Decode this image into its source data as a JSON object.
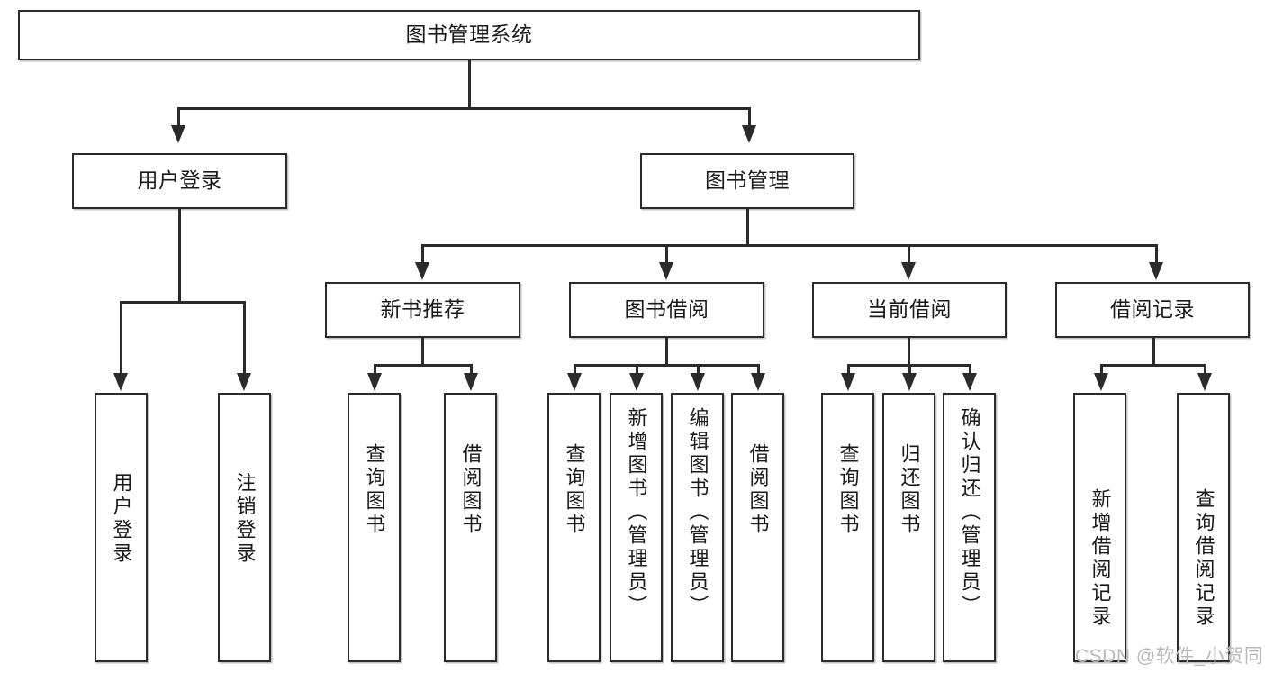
{
  "diagram": {
    "type": "tree-hierarchy",
    "title": "图书管理系统",
    "levels": 4,
    "root": {
      "label": "图书管理系统"
    },
    "level2": [
      {
        "label": "用户登录"
      },
      {
        "label": "图书管理"
      }
    ],
    "level3": [
      {
        "label": "新书推荐",
        "parent": "图书管理"
      },
      {
        "label": "图书借阅",
        "parent": "图书管理"
      },
      {
        "label": "当前借阅",
        "parent": "图书管理"
      },
      {
        "label": "借阅记录",
        "parent": "图书管理"
      }
    ],
    "leaves": {
      "user_login": [
        {
          "label": "用户登录"
        },
        {
          "label": "注销登录"
        }
      ],
      "new_book_recommend": [
        {
          "label": "查询图书"
        },
        {
          "label": "借阅图书"
        }
      ],
      "book_borrow": [
        {
          "label": "查询图书"
        },
        {
          "label": "新增图书（管理员）"
        },
        {
          "label": "编辑图书（管理员）"
        },
        {
          "label": "借阅图书"
        }
      ],
      "current_borrow": [
        {
          "label": "查询图书"
        },
        {
          "label": "归还图书"
        },
        {
          "label": "确认归还（管理员）"
        }
      ],
      "borrow_record": [
        {
          "label": "新增借阅记录"
        },
        {
          "label": "查询借阅记录"
        }
      ]
    }
  },
  "watermark": {
    "text": "CSDN @软件_小贺同学"
  },
  "colors": {
    "stroke": "#2b2b2b",
    "fill": "#ffffff",
    "text": "#1a1a1a",
    "watermark": "#b9b9b9",
    "background": "#ffffff"
  }
}
